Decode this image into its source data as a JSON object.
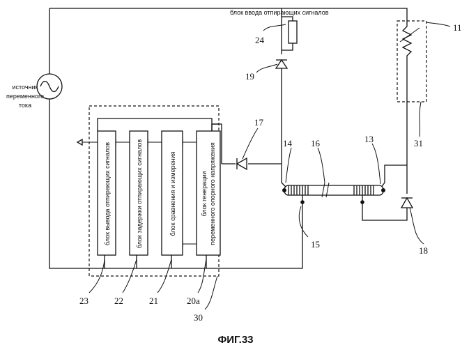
{
  "labels": {
    "trigger_input_block": "блок ввода отпирающих сигналов",
    "ac_source_line1": "источник",
    "ac_source_line2": "переменного",
    "ac_source_line3": "тока",
    "block_23": "блок вывода отпирающих сигналов",
    "block_22": "блок задержки отпирающих сигналов",
    "block_21": "блок сравнения и измерения",
    "block_20a_line1": "блок генерации",
    "block_20a_line2": "переменного опорного напряжения"
  },
  "reference_numbers": {
    "n11": "11",
    "n13": "13",
    "n14": "14",
    "n15": "15",
    "n16": "16",
    "n17": "17",
    "n18": "18",
    "n19": "19",
    "n20a": "20a",
    "n21": "21",
    "n22": "22",
    "n23": "23",
    "n24": "24",
    "n30": "30",
    "n31": "31"
  },
  "figure_caption": "ФИГ.33"
}
